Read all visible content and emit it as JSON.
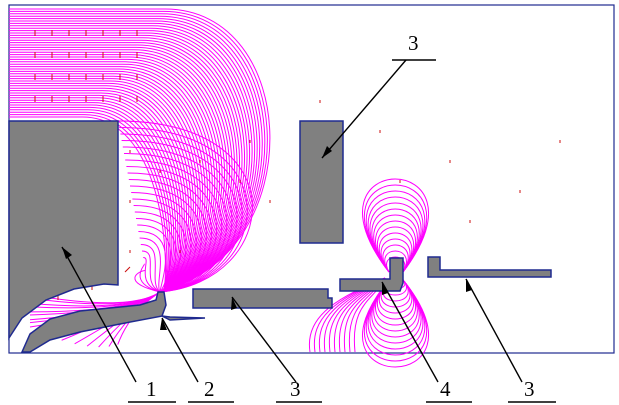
{
  "colors": {
    "background": "#ffffff",
    "frame": "#1f2a8f",
    "electrode_fill": "#808080",
    "electrode_edge": "#1f2a8f",
    "field_line": "#ff00ff",
    "vector": "#cc1111",
    "annotation": "#000000"
  },
  "labels": {
    "label_1": "1",
    "label_2": "2",
    "label_3a": "3",
    "label_3b": "3",
    "label_3c": "3",
    "label_4": "4"
  }
}
